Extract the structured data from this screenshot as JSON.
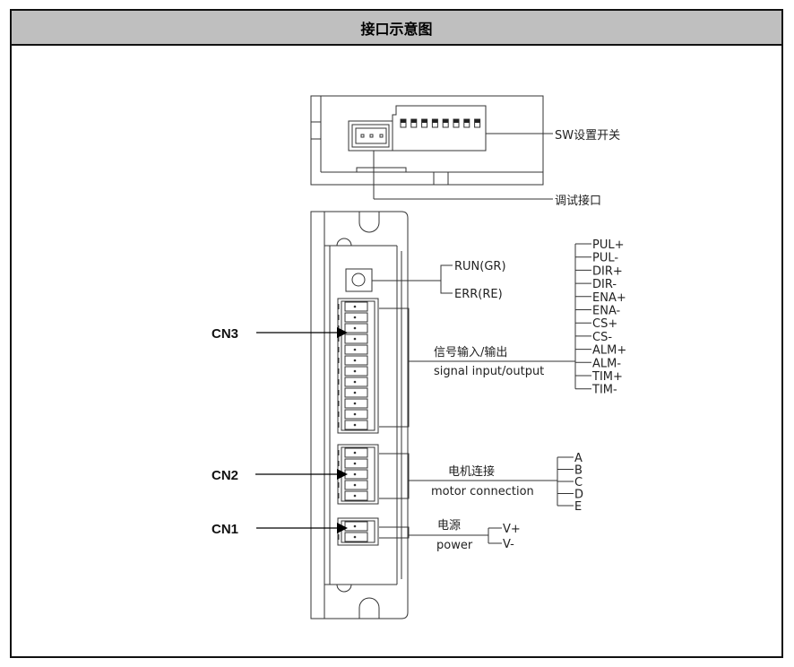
{
  "title": "接口示意图",
  "top_view": {
    "sw_label": "SW设置开关",
    "debug_label": "调试接口",
    "dip_switch_count": 8
  },
  "leds": {
    "run": "RUN(GR)",
    "err": "ERR(RE)"
  },
  "connectors": {
    "cn3": {
      "name": "CN3",
      "label_cn": "信号输入/输出",
      "label_en": "signal input/output",
      "pins": [
        "PUL+",
        "PUL-",
        "DIR+",
        "DIR-",
        "ENA+",
        "ENA-",
        "CS+",
        "CS-",
        "ALM+",
        "ALM-",
        "TIM+",
        "TIM-"
      ]
    },
    "cn2": {
      "name": "CN2",
      "label_cn": "电机连接",
      "label_en": "motor connection",
      "pins": [
        "A",
        "B",
        "C",
        "D",
        "E"
      ]
    },
    "cn1": {
      "name": "CN1",
      "label_cn": "电源",
      "label_en": "power",
      "pins": [
        "V+",
        "V-"
      ]
    }
  }
}
